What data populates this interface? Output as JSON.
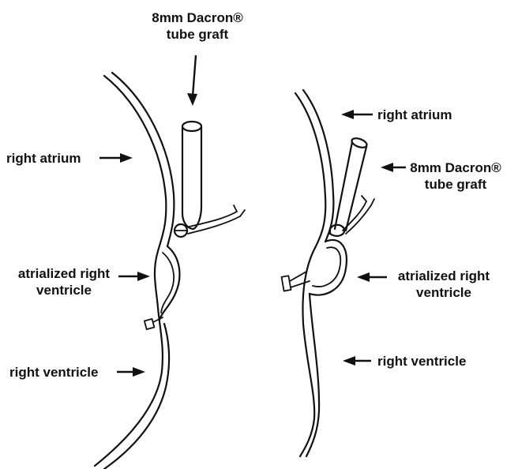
{
  "left_panel": {
    "graft_label": {
      "line1": "8mm Dacron®",
      "line2": "tube graft"
    },
    "right_atrium": "right atrium",
    "atrialized": {
      "line1": "atrialized right",
      "line2": "ventricle"
    },
    "right_ventricle": "right ventricle"
  },
  "right_panel": {
    "right_atrium": "right atrium",
    "graft_label": {
      "line1": "8mm Dacron®",
      "line2": "tube graft"
    },
    "atrialized": {
      "line1": "atrialized right",
      "line2": "ventricle"
    },
    "right_ventricle": "right ventricle"
  }
}
